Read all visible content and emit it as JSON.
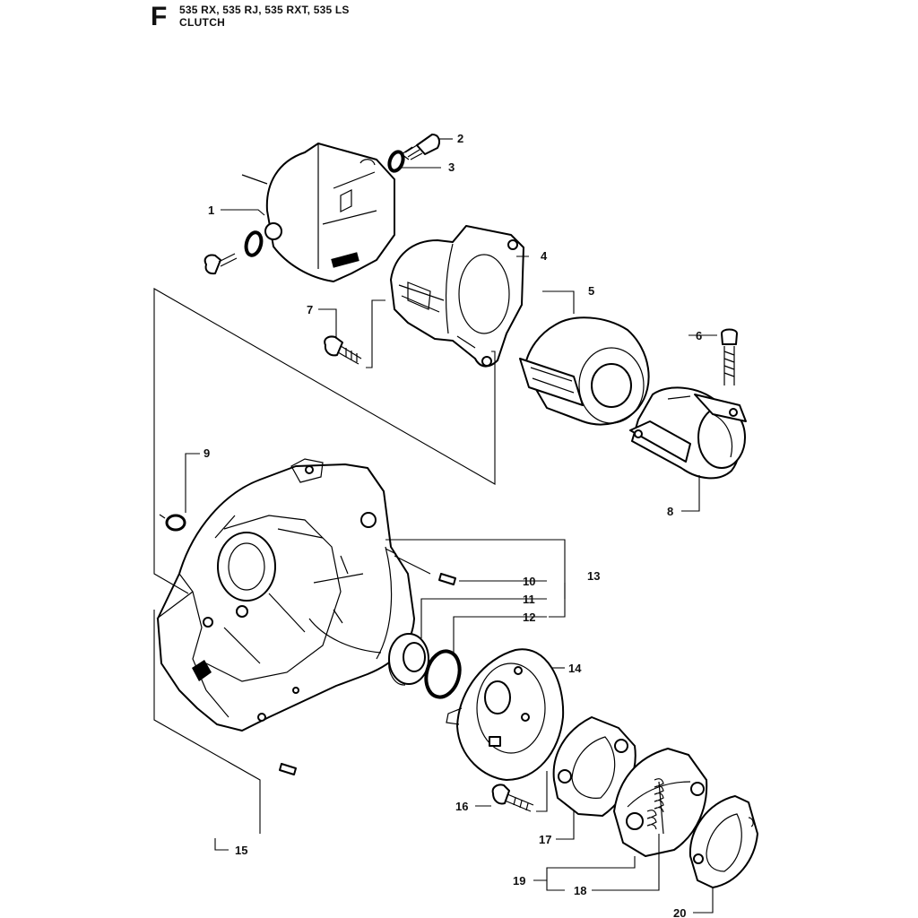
{
  "header": {
    "section_letter": "F",
    "models": "535 RX, 535 RJ, 535 RXT, 535 LS",
    "subtitle": "CLUTCH"
  },
  "callouts": {
    "c1": "1",
    "c2": "2",
    "c3": "3",
    "c4": "4",
    "c5": "5",
    "c6": "6",
    "c7": "7",
    "c8": "8",
    "c9": "9",
    "c10": "10",
    "c11": "11",
    "c12": "12",
    "c13": "13",
    "c14": "14",
    "c15": "15",
    "c16": "16",
    "c17": "17",
    "c18": "18",
    "c19": "19",
    "c20": "20"
  }
}
